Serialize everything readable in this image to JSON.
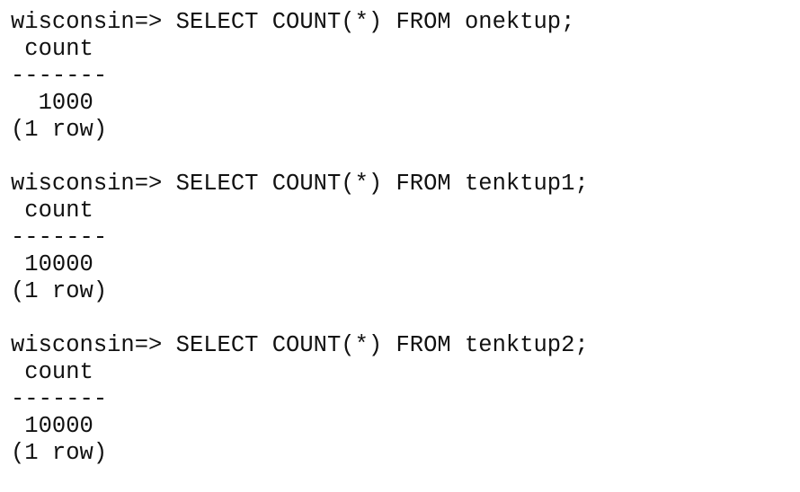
{
  "session": {
    "blocks": [
      {
        "prompt": "wisconsin=>",
        "command": "SELECT COUNT(*) FROM onektup;",
        "header": " count",
        "separator": "-------",
        "value": "  1000",
        "footer": "(1 row)"
      },
      {
        "prompt": "wisconsin=>",
        "command": "SELECT COUNT(*) FROM tenktup1;",
        "header": " count",
        "separator": "-------",
        "value": " 10000",
        "footer": "(1 row)"
      },
      {
        "prompt": "wisconsin=>",
        "command": "SELECT COUNT(*) FROM tenktup2;",
        "header": " count",
        "separator": "-------",
        "value": " 10000",
        "footer": "(1 row)"
      }
    ]
  }
}
